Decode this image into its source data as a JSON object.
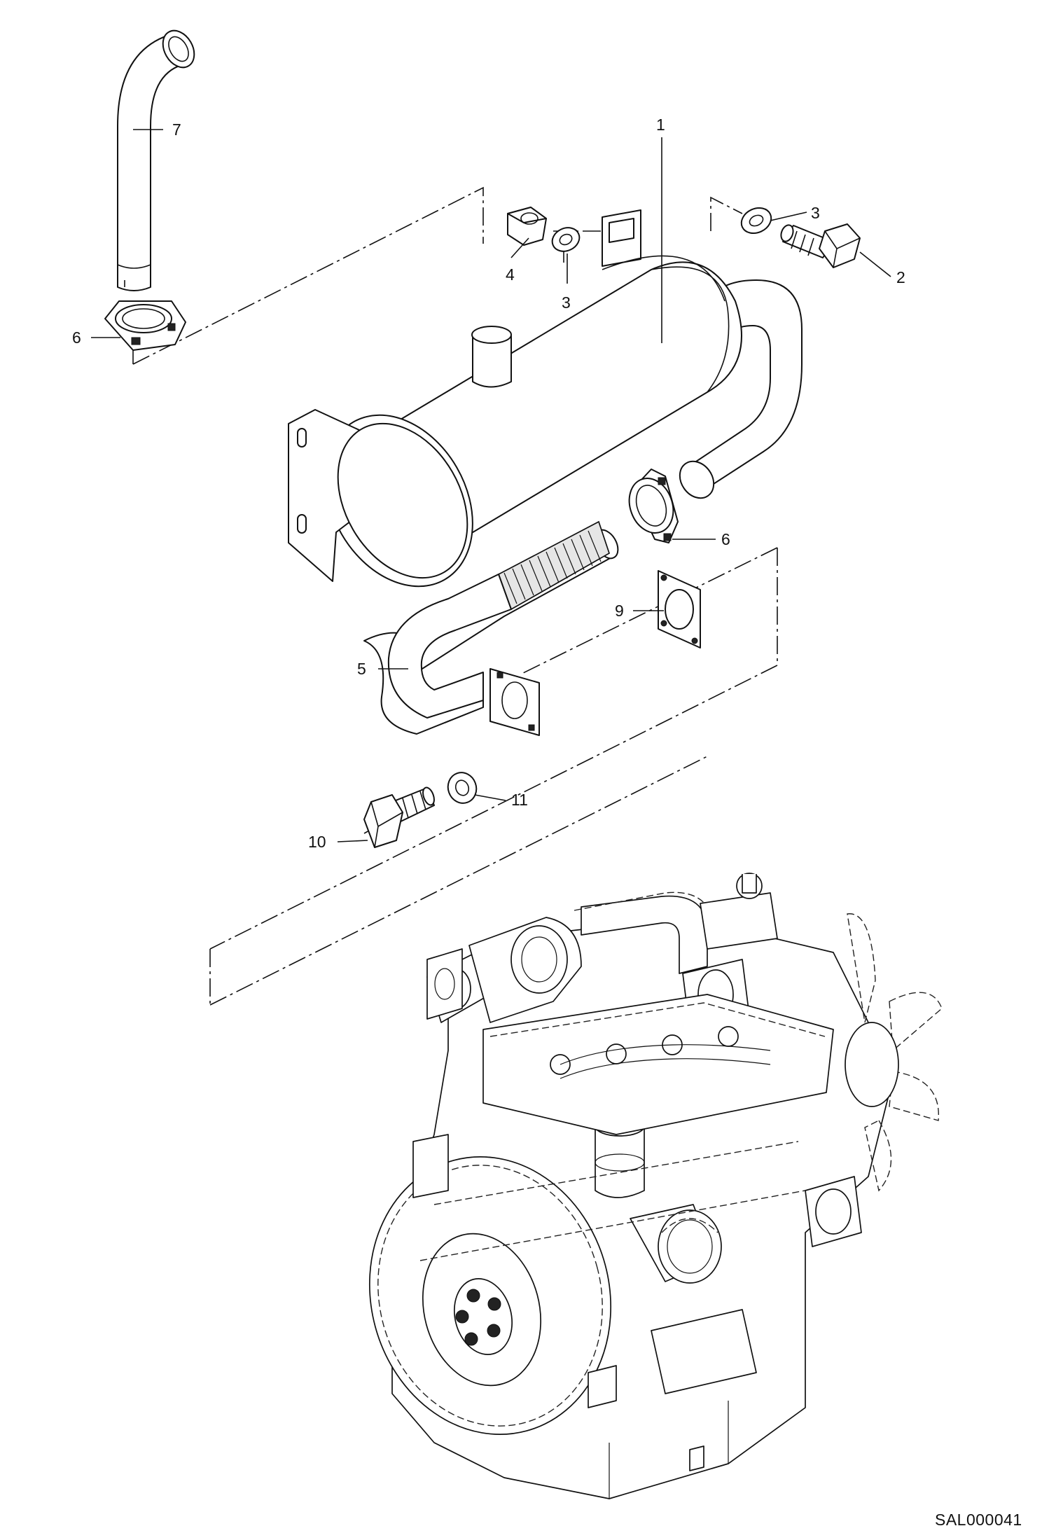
{
  "diagram": {
    "reference_code": "SAL000041",
    "callouts": [
      {
        "id": "c1",
        "label": "1"
      },
      {
        "id": "c2",
        "label": "2"
      },
      {
        "id": "c3a",
        "label": "3"
      },
      {
        "id": "c3b",
        "label": "3"
      },
      {
        "id": "c4",
        "label": "4"
      },
      {
        "id": "c5",
        "label": "5"
      },
      {
        "id": "c6a",
        "label": "6"
      },
      {
        "id": "c6b",
        "label": "6"
      },
      {
        "id": "c7",
        "label": "7"
      },
      {
        "id": "c9",
        "label": "9"
      },
      {
        "id": "c10",
        "label": "10"
      },
      {
        "id": "c11",
        "label": "11"
      }
    ],
    "line_color": "#111111",
    "background_color": "#ffffff"
  }
}
